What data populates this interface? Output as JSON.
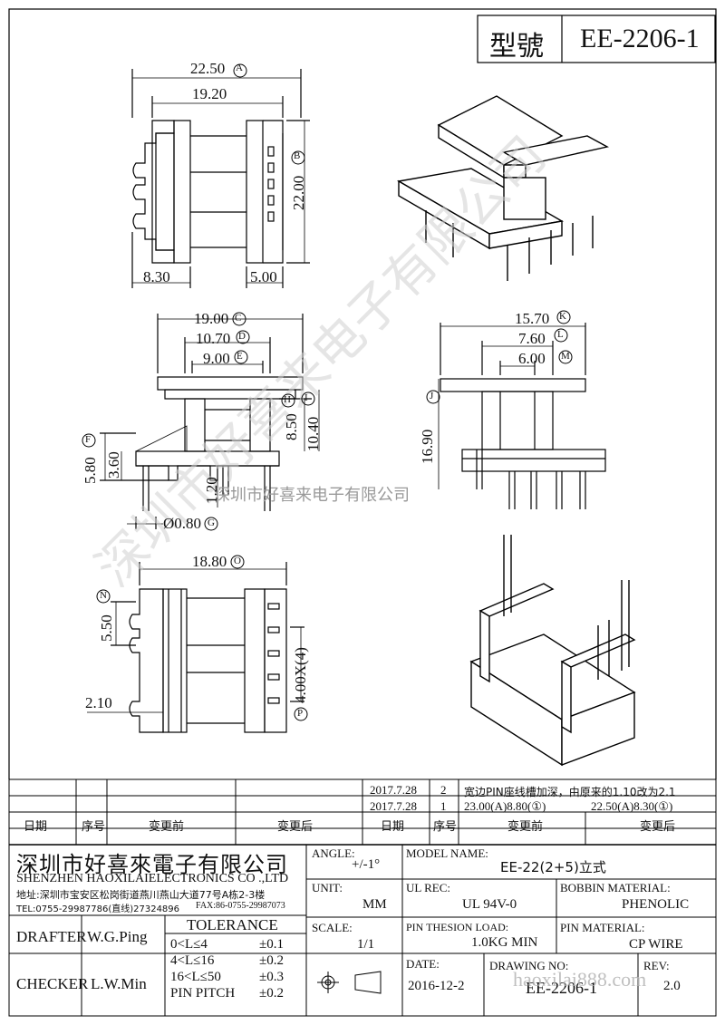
{
  "title_block": {
    "label": "型號",
    "value": "EE-2206-1"
  },
  "watermark": {
    "diagonal": "深圳市好喜来电子有限公司",
    "center": "深圳市好喜来电子有限公司",
    "bottom": "haoxilai888.com"
  },
  "dims": {
    "top": {
      "a": "22.50",
      "a_tag": "A",
      "b": "19.20",
      "c": "22.00",
      "c_tag": "B",
      "d": "8.30",
      "e": "5.00"
    },
    "front": {
      "c": "19.00",
      "c_tag": "C",
      "d": "10.70",
      "d_tag": "D",
      "e": "9.00",
      "e_tag": "E",
      "h": "8.50",
      "h_tag": "H",
      "i": "10.40",
      "i_tag": "I",
      "f": "5.80",
      "f_tag": "F",
      "g": "3.60",
      "j": "1.20",
      "pin": "Ø0.80",
      "pin_tag": "G"
    },
    "side": {
      "k": "15.70",
      "k_tag": "K",
      "l": "7.60",
      "l_tag": "L",
      "m": "6.00",
      "m_tag": "M",
      "height": "16.90",
      "height_tag": "J"
    },
    "bottom": {
      "o": "18.80",
      "o_tag": "O",
      "n": "5.50",
      "n_tag": "N",
      "x": "2.10",
      "p": "4.00X(4)",
      "p_tag": "P"
    }
  },
  "revisions": {
    "rows": [
      {
        "date": "2017.7.28",
        "no": "2",
        "desc": "宽边PIN座线槽加深，由原来的1.10改为2.1"
      },
      {
        "date": "2017.7.28",
        "no": "1",
        "before": "23.00(A)8.80(①)",
        "after": "22.50(A)8.30(①)"
      }
    ],
    "headers": {
      "date": "日期",
      "no": "序号",
      "before": "变更前",
      "after": "变更后"
    }
  },
  "company": {
    "name_cn": "深圳市好喜來電子有限公司",
    "name_en": "SHENZHEN HAOXILAIELECTRONICS CO .,LTD",
    "address": "地址:深圳市宝安区松岗街道燕川燕山大道77号A栋2-3楼",
    "tel": "TEL:0755-29987786(直线)27324896",
    "fax": "FAX:86-0755-29987073"
  },
  "fields": {
    "angle_label": "ANGLE:",
    "angle_value": "+/-1°",
    "model_label": "MODEL NAME:",
    "model_value": "EE-22(2+5)立式",
    "unit_label": "UNIT:",
    "unit_value": "MM",
    "ul_label": "UL REC:",
    "ul_value": "UL 94V-0",
    "bobbin_label": "BOBBIN MATERIAL:",
    "bobbin_value": "PHENOLIC",
    "scale_label": "SCALE:",
    "scale_value": "1/1",
    "load_label": "PIN THESION LOAD:",
    "load_value": "1.0KG MIN",
    "pinmat_label": "PIN MATERIAL:",
    "pinmat_value": "CP  WIRE",
    "date_label": "DATE:",
    "date_value": "2016-12-2",
    "drawing_label": "DRAWING NO:",
    "drawing_value": "EE-2206-1",
    "rev_label": "REV:",
    "rev_value": "2.0"
  },
  "tolerance": {
    "header": "TOLERANCE",
    "rows": [
      {
        "range": "0<L≤4",
        "tol": "±0.1"
      },
      {
        "range": "4<L≤16",
        "tol": "±0.2"
      },
      {
        "range": "16<L≤50",
        "tol": "±0.3"
      },
      {
        "range": "PIN PITCH",
        "tol": "±0.2"
      }
    ]
  },
  "people": {
    "drafter_label": "DRAFTER",
    "drafter_name": "W.G.Ping",
    "checker_label": "CHECKER",
    "checker_name": "L.W.Min"
  }
}
